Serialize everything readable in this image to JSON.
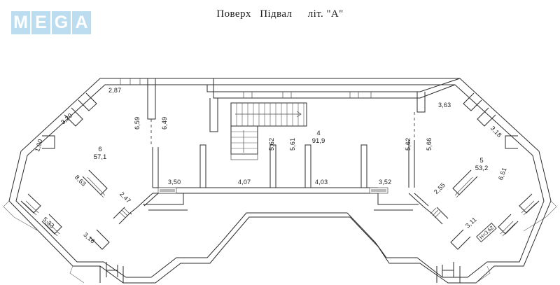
{
  "logo": {
    "name": "MEGA",
    "letters": [
      "M",
      "E",
      "G",
      "A"
    ],
    "tile_color": "#bcdcef",
    "letter_color": "#ffffff"
  },
  "title": {
    "part1": "Поверх",
    "part2": "Підвал",
    "part3": "літ. \"А\""
  },
  "plan": {
    "stroke_color": "#2b2b2b",
    "background": "#ffffff",
    "rooms": [
      {
        "number": "6",
        "area": "57,1"
      },
      {
        "number": "4",
        "area": "91,9"
      },
      {
        "number": "5",
        "area": "53,2"
      }
    ],
    "height_label": "Н=3,62",
    "dimensions": {
      "d_2_87": "2,87",
      "d_3_20": "3,20",
      "d_1_00": "1,00",
      "d_6_59": "6,59",
      "d_6_49": "6,49",
      "d_8_63": "8,63",
      "d_2_47": "2,47",
      "d_5_33": "5,33",
      "d_3_16": "3,16",
      "d_3_50": "3,50",
      "d_4_07": "4,07",
      "d_5_62_left": "5,62",
      "d_5_61": "5,61",
      "d_4_03": "4,03",
      "d_3_52": "3,52",
      "d_5_62_right": "5,62",
      "d_5_66": "5,66",
      "d_2_55": "2,55",
      "d_3_63": "3,63",
      "d_3_18": "3,18",
      "d_6_51": "6,51",
      "d_3_11": "3,11"
    }
  }
}
